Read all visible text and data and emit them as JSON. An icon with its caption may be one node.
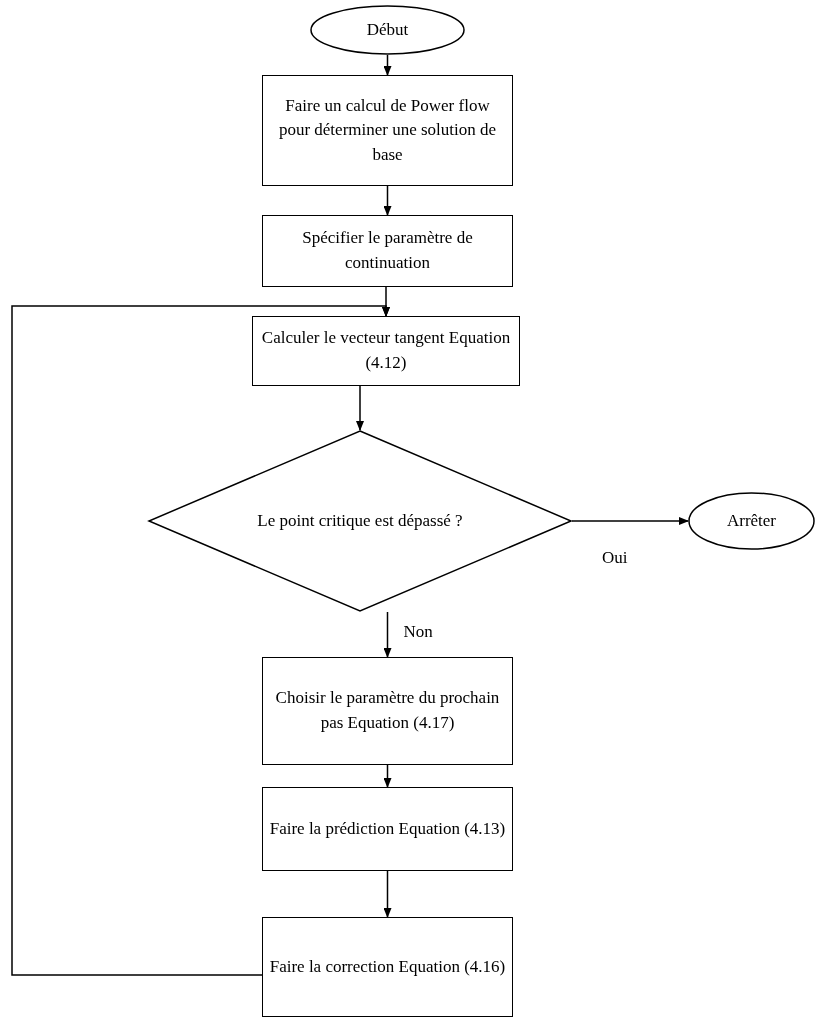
{
  "diagram": {
    "nodes": [
      {
        "text": [
          "Début"
        ]
      },
      {
        "text": [
          "Faire un calcul de Power flow pour déterminer une solution de base"
        ]
      },
      {
        "text": [
          "Spécifier le paramètre de continuation"
        ]
      },
      {
        "text": [
          "Calculer le vecteur tangent Equation (4.12)"
        ]
      },
      {
        "text": [
          "Le point critique est dépassé ?"
        ]
      },
      {
        "text": [
          "Arrêter"
        ]
      },
      {
        "text": [
          "Choisir le paramètre du prochain pas Equation (4.17)"
        ]
      },
      {
        "text": [
          "Faire la prédiction Equation (4.13)"
        ]
      },
      {
        "text": [
          "Faire la correction Equation (4.16)"
        ]
      }
    ],
    "edges": [
      {
        "from": 0,
        "to": 1,
        "arrow": "to"
      },
      {
        "from": 1,
        "to": 2,
        "arrow": "to"
      },
      {
        "from": 2,
        "to": 3,
        "arrow": "to"
      },
      {
        "from": 3,
        "to": 4,
        "arrow": "to"
      },
      {
        "from": 4,
        "to": 5,
        "arrow": "to",
        "label": "Oui"
      },
      {
        "from": 4,
        "to": 6,
        "arrow": "to",
        "label": "Non"
      },
      {
        "from": 6,
        "to": 7,
        "arrow": "to"
      },
      {
        "from": 7,
        "to": 8,
        "arrow": "to"
      },
      {
        "from": 8,
        "to": 3,
        "arrow": "to"
      }
    ]
  }
}
